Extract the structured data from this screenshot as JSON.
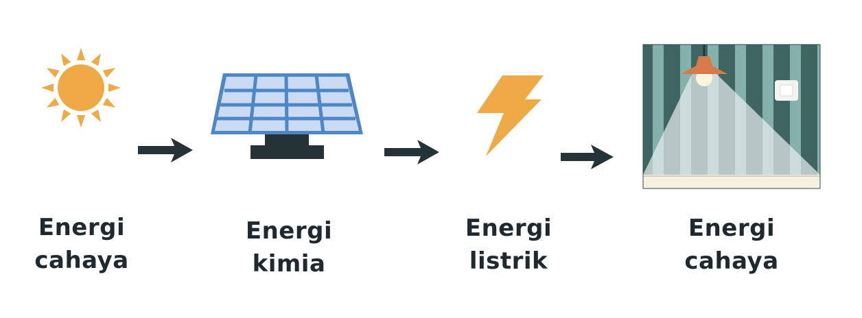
{
  "diagram": {
    "stages": [
      {
        "icon": "sun-icon",
        "line1": "Energi",
        "line2": "cahaya"
      },
      {
        "icon": "solar-panel-icon",
        "line1": "Energi",
        "line2": "kimia"
      },
      {
        "icon": "lightning-bolt-icon",
        "line1": "Energi",
        "line2": "listrik"
      },
      {
        "icon": "room-lamp-icon",
        "line1": "Energi",
        "line2": "cahaya"
      }
    ],
    "arrows": [
      "arrow-right-icon",
      "arrow-right-icon",
      "arrow-right-icon"
    ]
  },
  "colors": {
    "sun": "#eeaa45",
    "panel_cell": "#c9dcf3",
    "panel_frame": "#4f86c6",
    "stand": "#243338",
    "bolt": "#eeaa45",
    "arrow": "#243338",
    "wall_dark": "#3f6561",
    "wall_light": "#86b0ab",
    "lamp": "#d77a4a",
    "floor": "#f6f0e0",
    "text": "#1f2a30"
  }
}
